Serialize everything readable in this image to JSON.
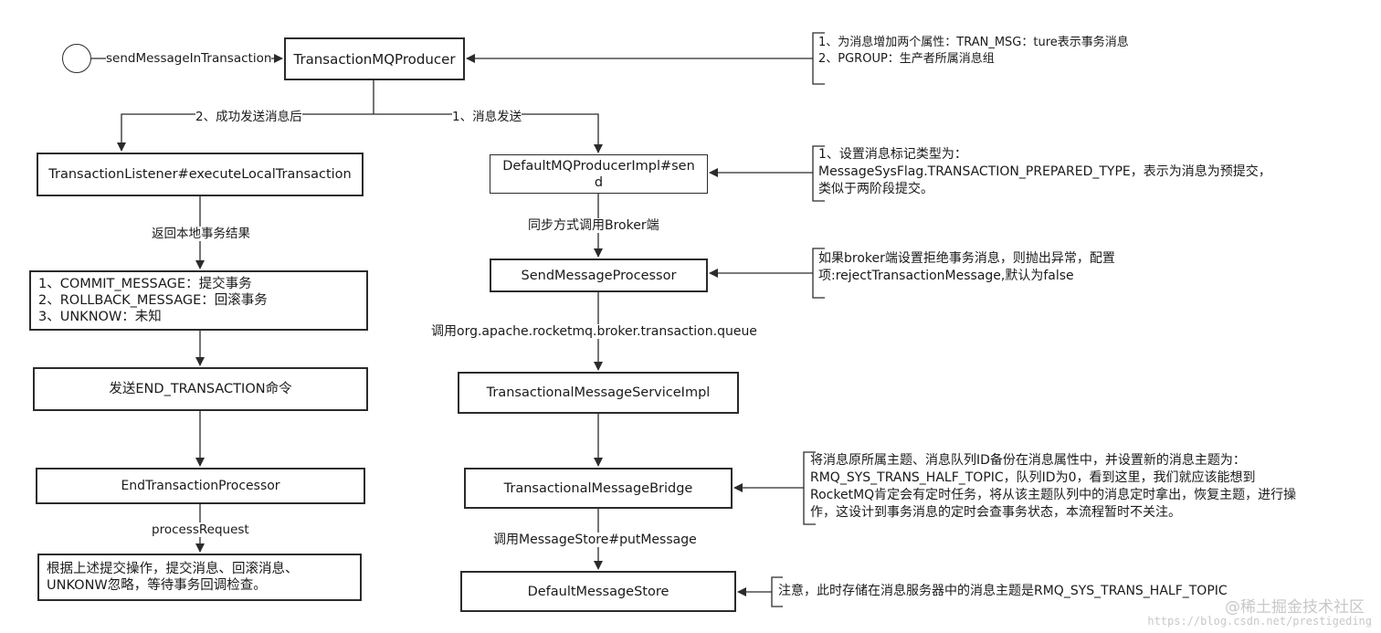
{
  "nodes": {
    "producer": "TransactionMQProducer",
    "listener": "TransactionListener#executeLocalTransaction",
    "results": [
      "1、COMMIT_MESSAGE：提交事务",
      "2、ROLLBACK_MESSAGE：回滚事务",
      "3、UNKNOW：未知"
    ],
    "send_end": "发送END_TRANSACTION命令",
    "end_processor": "EndTransactionProcessor",
    "final_note": [
      "根据上述提交操作，提交消息、回滚消息、",
      "UNKONW忽略，等待事务回调检查。"
    ],
    "impl_send": [
      "DefaultMQProducerImpl#sen",
      "d"
    ],
    "send_processor": "SendMessageProcessor",
    "service_impl": "TransactionalMessageServiceImpl",
    "bridge": "TransactionalMessageBridge",
    "store": "DefaultMessageStore"
  },
  "edges": {
    "start": "sendMessageInTransaction",
    "success": "2、成功发送消息后",
    "send": "1、消息发送",
    "return_result": "返回本地事务结果",
    "process_request": "processRequest",
    "sync_call": "同步方式调用Broker端",
    "call_queue": "调用org.apache.rocketmq.broker.transaction.queue",
    "put_message": "调用MessageStore#putMessage"
  },
  "notes": {
    "producer_note": [
      "1、为消息增加两个属性：TRAN_MSG：ture表示事务消息",
      "2、PGROUP：生产者所属消息组"
    ],
    "impl_note": [
      "1、设置消息标记类型为：",
      "MessageSysFlag.TRANSACTION_PREPARED_TYPE，表示为消息为预提交，",
      "类似于两阶段提交。"
    ],
    "processor_note": [
      "如果broker端设置拒绝事务消息，则抛出异常，配置",
      "项:rejectTransactionMessage,默认为false"
    ],
    "bridge_note": [
      "将消息原所属主题、消息队列ID备份在消息属性中，并设置新的消息主题为：",
      "RMQ_SYS_TRANS_HALF_TOPIC，队列ID为0，看到这里，我们就应该能想到",
      "RocketMQ肯定会有定时任务，将从该主题队列中的消息定时拿出，恢复主题，进行操",
      "作，这设计到事务消息的定时会查事务状态，本流程暂时不关注。"
    ],
    "store_note": "注意，此时存储在消息服务器中的消息主题是RMQ_SYS_TRANS_HALF_TOPIC"
  },
  "watermark": {
    "brand": "@稀土掘金技术社区",
    "url": "https://blog.csdn.net/prestigeding"
  },
  "colors": {
    "line": "#2b2b2b",
    "watermark": "#c8c8c8"
  }
}
